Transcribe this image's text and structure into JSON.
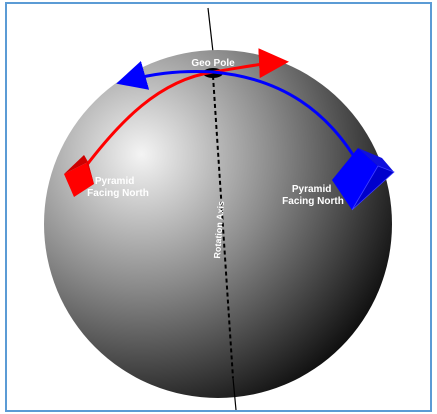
{
  "labels": {
    "pole": "Geo Pole",
    "axis": "Rotation Axis",
    "left_pyramid": [
      "Pyramid",
      "Facing North"
    ],
    "right_pyramid": [
      "Pyramid",
      "Facing North"
    ]
  },
  "colors": {
    "border": "#5b9bd5",
    "sphere_highlight": "#f4f4f4",
    "sphere_mid": "#8a8a8a",
    "sphere_shadow": "#000000",
    "left_arc": "#ff0000",
    "right_arc": "#0000ff",
    "axis_line": "#000000"
  }
}
